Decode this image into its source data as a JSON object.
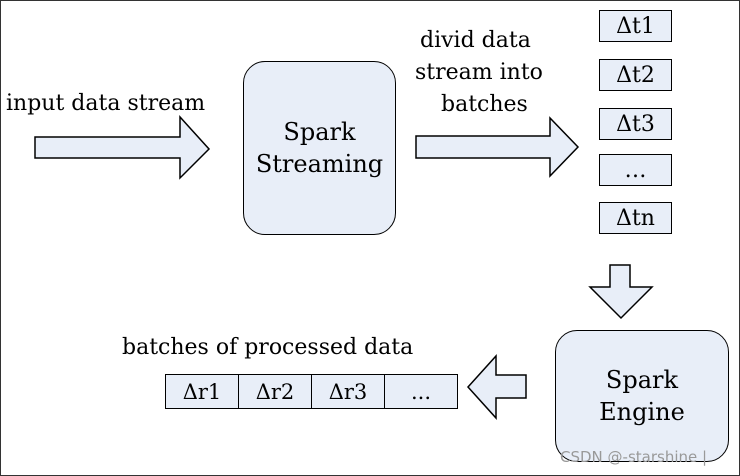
{
  "labels": {
    "input": "input data stream",
    "divide_line1": "divid data",
    "divide_line2": "stream into",
    "divide_line3": "batches",
    "processed": "batches of processed data"
  },
  "spark_streaming": {
    "line1": "Spark",
    "line2": "Streaming"
  },
  "spark_engine": {
    "line1": "Spark",
    "line2": "Engine"
  },
  "input_batches": [
    "Δt1",
    "Δt2",
    "Δt3",
    "…",
    "Δtn"
  ],
  "output_batches": [
    "Δr1",
    "Δr2",
    "Δr3",
    "..."
  ],
  "watermark": "CSDN @-starshine |"
}
